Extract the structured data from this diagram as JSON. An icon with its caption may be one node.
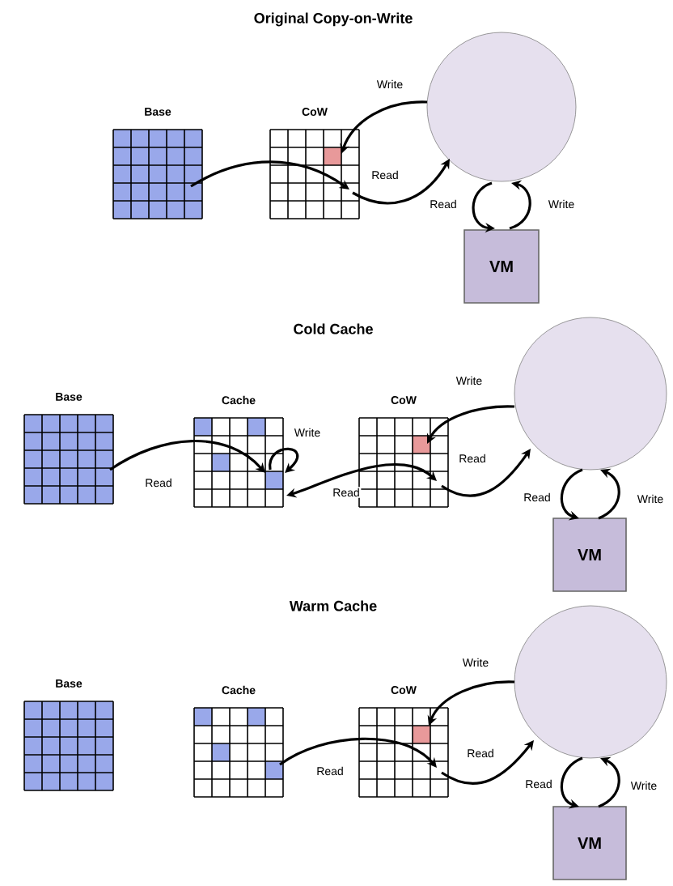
{
  "diagram": {
    "nodes": [
      {
        "text": [
          "Base"
        ]
      },
      {
        "text": [
          "CoW"
        ]
      },
      {
        "text": [],
        "shape": "circle"
      },
      {
        "text": [
          "VM"
        ]
      },
      {
        "text": [
          "Base"
        ]
      },
      {
        "text": [
          "Cache"
        ]
      },
      {
        "text": [
          "CoW"
        ]
      },
      {
        "text": [],
        "shape": "circle"
      },
      {
        "text": [
          "VM"
        ]
      },
      {
        "text": [
          "Base"
        ]
      },
      {
        "text": [
          "Cache"
        ]
      },
      {
        "text": [
          "CoW"
        ]
      },
      {
        "text": [],
        "shape": "circle"
      },
      {
        "text": [
          "VM"
        ]
      }
    ],
    "edges": [
      {
        "from": 0,
        "to": 1,
        "arrow": "to"
      },
      {
        "from": 1,
        "to": 2,
        "arrow": "to",
        "label": "Read"
      },
      {
        "from": 2,
        "to": 1,
        "arrow": "to",
        "label": "Write"
      },
      {
        "from": 2,
        "to": 3,
        "arrow": "to",
        "label": "Read"
      },
      {
        "from": 3,
        "to": 2,
        "arrow": "to",
        "label": "Write"
      },
      {
        "from": 4,
        "to": 5,
        "arrow": "to",
        "label": "Read"
      },
      {
        "from": 5,
        "to": 5,
        "arrow": "to",
        "label": "Write"
      },
      {
        "from": 5,
        "to": 6,
        "arrow": "both",
        "label": "Read"
      },
      {
        "from": 6,
        "to": 7,
        "arrow": "to",
        "label": "Read"
      },
      {
        "from": 7,
        "to": 6,
        "arrow": "to",
        "label": "Write"
      },
      {
        "from": 7,
        "to": 8,
        "arrow": "to",
        "label": "Read"
      },
      {
        "from": 8,
        "to": 7,
        "arrow": "to",
        "label": "Write"
      },
      {
        "from": 10,
        "to": 11,
        "arrow": "to",
        "label": "Read"
      },
      {
        "from": 11,
        "to": 12,
        "arrow": "to",
        "label": "Read"
      },
      {
        "from": 12,
        "to": 11,
        "arrow": "to",
        "label": "Write"
      },
      {
        "from": 12,
        "to": 13,
        "arrow": "to",
        "label": "Read"
      },
      {
        "from": 13,
        "to": 12,
        "arrow": "to",
        "label": "Write"
      }
    ],
    "labels": [
      "Original Copy-on-Write",
      "Cold Cache",
      "Warm Cache"
    ]
  }
}
